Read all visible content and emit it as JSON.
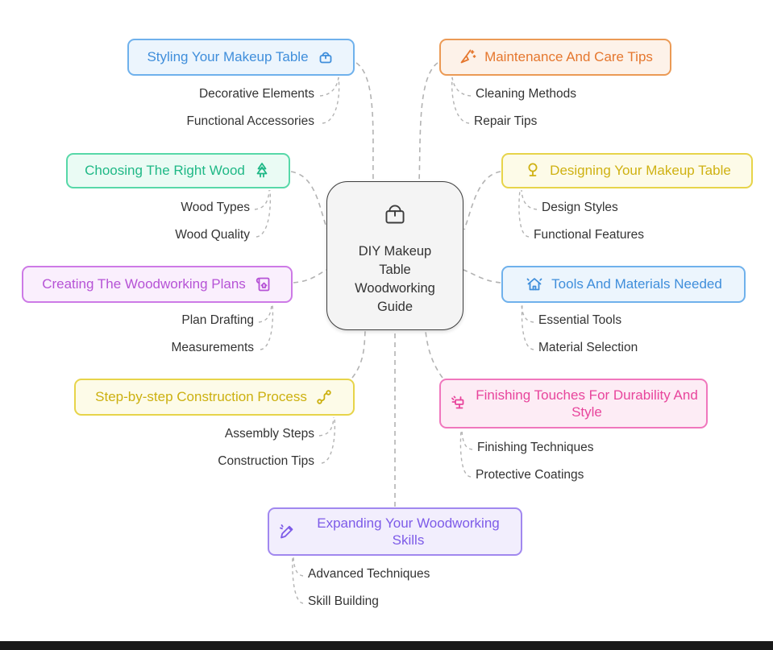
{
  "center": {
    "lines": [
      "DIY Makeup",
      "Table",
      "Woodworking",
      "Guide"
    ],
    "icon": "makeup-table-icon"
  },
  "branches": [
    {
      "label": "Styling Your Makeup Table",
      "icon": "handbag-icon",
      "color": "#3f8edb",
      "border": "#6fb1ec",
      "bg": "#ecf5fd",
      "children": [
        "Decorative Elements",
        "Functional Accessories"
      ]
    },
    {
      "label": "Maintenance And Care Tips",
      "icon": "cleaning-broom-icon",
      "color": "#e5772e",
      "border": "#eb9a55",
      "bg": "#fdf2e9",
      "children": [
        "Cleaning Methods",
        "Repair Tips"
      ]
    },
    {
      "label": "Choosing The Right Wood",
      "icon": "tree-icon",
      "color": "#1fb886",
      "border": "#57d8a8",
      "bg": "#eafbf4",
      "children": [
        "Wood Types",
        "Wood Quality"
      ]
    },
    {
      "label": "Designing Your Makeup Table",
      "icon": "mirror-icon",
      "color": "#cfb112",
      "border": "#e7d44a",
      "bg": "#fdfbe8",
      "children": [
        "Design Styles",
        "Functional Features"
      ]
    },
    {
      "label": "Creating The Woodworking Plans",
      "icon": "blueprint-icon",
      "color": "#b653d6",
      "border": "#cd7ae6",
      "bg": "#faeffd",
      "children": [
        "Plan Drafting",
        "Measurements"
      ]
    },
    {
      "label": "Tools And Materials Needed",
      "icon": "house-tools-icon",
      "color": "#3f8edb",
      "border": "#6fb1ec",
      "bg": "#ecf5fd",
      "children": [
        "Essential Tools",
        "Material Selection"
      ]
    },
    {
      "label": "Step-by-step Construction Process",
      "icon": "process-loop-icon",
      "color": "#ccb00f",
      "border": "#e7d44a",
      "bg": "#fdfbe8",
      "children": [
        "Assembly Steps",
        "Construction Tips"
      ]
    },
    {
      "label": "Finishing Touches For Durability And Style",
      "icon": "spray-gun-icon",
      "color": "#e8459c",
      "border": "#f077bd",
      "bg": "#fdecf5",
      "children": [
        "Finishing Techniques",
        "Protective Coatings"
      ]
    },
    {
      "label": "Expanding Your Woodworking Skills",
      "icon": "pencil-skill-icon",
      "color": "#7d5be8",
      "border": "#a188ef",
      "bg": "#f2eefd",
      "children": [
        "Advanced Techniques",
        "Skill Building"
      ]
    }
  ]
}
